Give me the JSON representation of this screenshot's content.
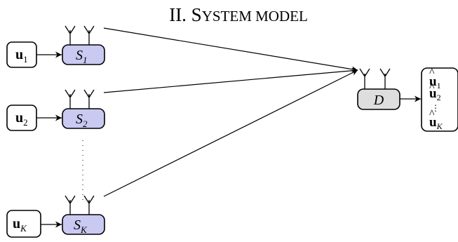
{
  "title": {
    "prefix": "II. S",
    "small": "YSTEM MODEL"
  },
  "colors": {
    "stroke": "#000000",
    "source_fill": "#c9c9f2",
    "detector_fill": "#dedede",
    "input_fill": "#ffffff"
  },
  "inputs": [
    {
      "sym": "u",
      "sub": "1"
    },
    {
      "sym": "u",
      "sub": "2"
    },
    {
      "sym": "u",
      "sub": "K"
    }
  ],
  "sources": [
    {
      "sym": "S",
      "sub": "1"
    },
    {
      "sym": "S",
      "sub": "2"
    },
    {
      "sym": "S",
      "sub": "K"
    }
  ],
  "detector": {
    "sym": "D"
  },
  "outputs": [
    {
      "hat": "^",
      "sym": "u",
      "sub": "1"
    },
    {
      "hat": "^",
      "sym": "u",
      "sub": "2"
    },
    {
      "hat": "^",
      "sym": "u",
      "sub": "K"
    }
  ],
  "ellipsis": "⋮"
}
